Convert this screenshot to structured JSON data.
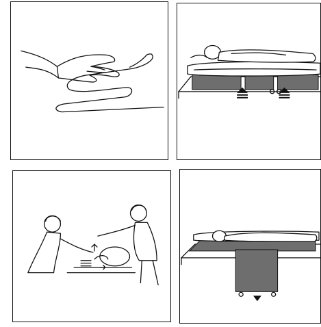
{
  "panels": [
    {
      "id": "hand-folding-slide-sheet",
      "description_free": true
    },
    {
      "id": "patient-on-bed-sheet-inserted",
      "description_free": true
    },
    {
      "id": "two-carers-positioning-sheet",
      "description_free": true
    },
    {
      "id": "sheet-pulled-out-from-bed",
      "description_free": true
    }
  ],
  "colors": {
    "ink": "#111111",
    "sheet_fill": "#6e6e6e",
    "background": "#ffffff"
  },
  "icons": [
    "up-arrow-icon",
    "down-arrow-icon"
  ]
}
